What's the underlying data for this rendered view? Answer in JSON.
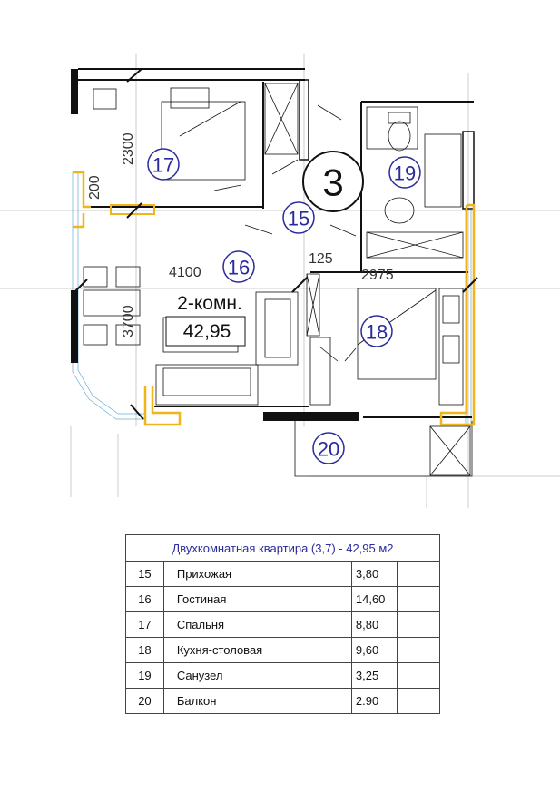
{
  "plan": {
    "apartment_badge": "3",
    "type_label": "2-комн.",
    "total_area": "42,95",
    "room_numbers": [
      "15",
      "16",
      "17",
      "18",
      "19",
      "20"
    ],
    "dimensions": [
      "2300",
      "200",
      "4100",
      "3700",
      "125",
      "2975"
    ],
    "colors": {
      "room_numbers": "#2a2a9c",
      "highlight_lines": "#f2b41b",
      "guides": "#6aaed6"
    }
  },
  "table": {
    "caption": "Двухкомнатная квартира (3,7) - 42,95 м2",
    "rows": [
      {
        "num": "15",
        "name": "Прихожая",
        "area": "3,80"
      },
      {
        "num": "16",
        "name": "Гостиная",
        "area": "14,60"
      },
      {
        "num": "17",
        "name": "Спальня",
        "area": "8,80"
      },
      {
        "num": "18",
        "name": "Кухня-столовая",
        "area": "9,60"
      },
      {
        "num": "19",
        "name": "Санузел",
        "area": "3,25"
      },
      {
        "num": "20",
        "name": "Балкон",
        "area": "2.90"
      }
    ]
  }
}
